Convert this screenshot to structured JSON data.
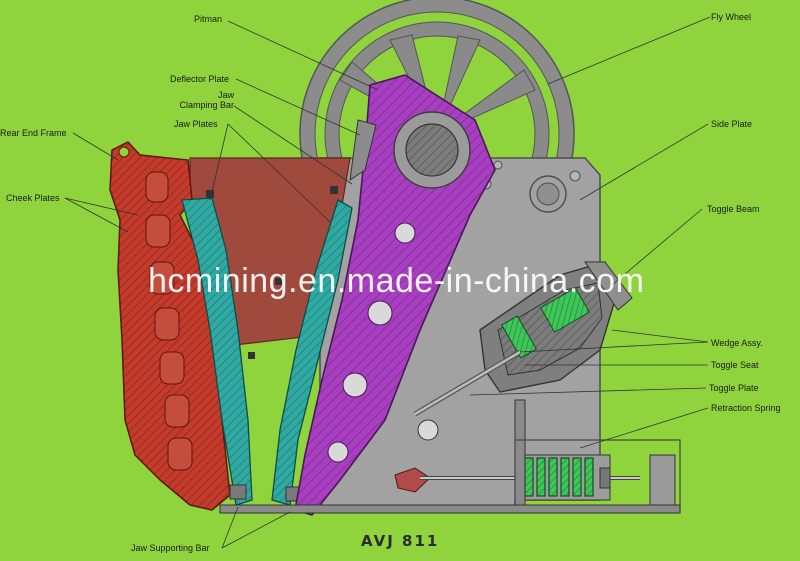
{
  "labels": {
    "pitman": "Pitman",
    "fly_wheel": "Fly Wheel",
    "deflector_plate": "Deflector Plate",
    "jaw_clamping_bar": "Jaw\nClamping Bar",
    "jaw_plates": "Jaw Plates",
    "rear_end_frame": "Rear End Frame",
    "side_plate": "Side Plate",
    "cheek_plates": "Cheek Plates",
    "toggle_beam": "Toggle Beam",
    "wedge_assy": "Wedge Assy.",
    "toggle_seat": "Toggle Seat",
    "toggle_plate": "Toggle Plate",
    "retraction_spring": "Retraction Spring",
    "jaw_supporting_bar": "Jaw Supporting Bar"
  },
  "model": "AVJ 811",
  "watermark": "hcmining.en.made-in-china.com",
  "colors": {
    "background": "#8fd43c",
    "frame_red": "#c0392b",
    "pitman_purple": "#a53bbf",
    "jaw_teal": "#2aa7a0",
    "body_gray": "#9a9a9a",
    "spring_green": "#2fbf4a"
  }
}
